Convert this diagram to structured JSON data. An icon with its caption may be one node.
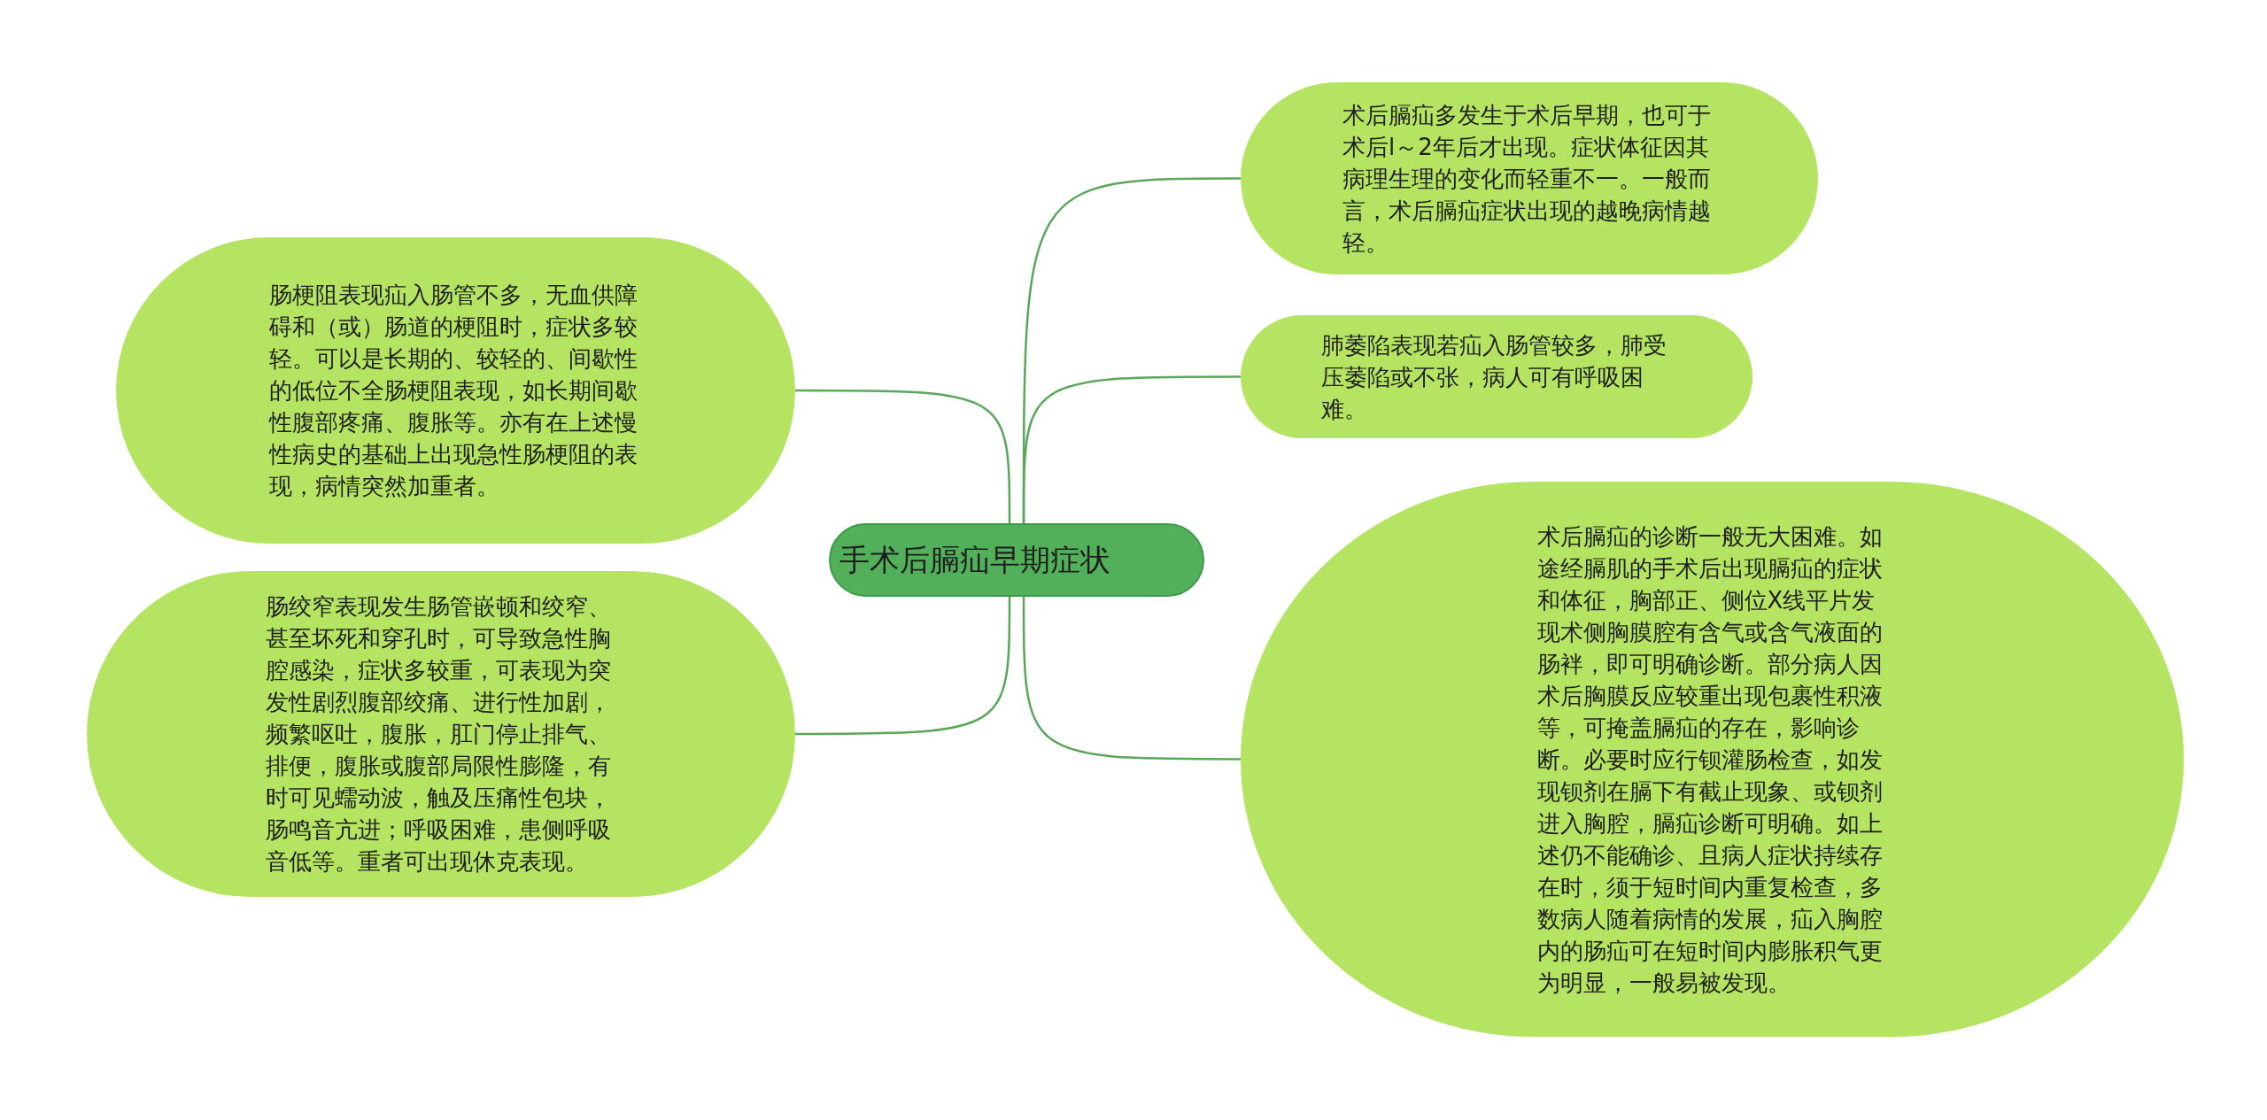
{
  "diagram": {
    "nodes": [
      {
        "text": [
          "手术后膈疝早期症状"
        ]
      },
      {
        "text": [
          "肠梗阻表现疝入肠管不多，无血供障碍和（或）肠道的梗阻时，症状多较轻。可以是长期的、较轻的、间歇性的低位不全肠梗阻表现，如长期间歇性腹部疼痛、腹胀等。亦有在上述慢性病史的基础上出现急性肠梗阻的表现，病情突然加重者。"
        ]
      },
      {
        "text": [
          "肠绞窄表现发生肠管嵌顿和绞窄、甚至坏死和穿孔时，可导致急性胸腔感染，症状多较重，可表现为突发性剧烈腹部绞痛、进行性加剧，频繁呕吐，腹胀，肛门停止排气、排便，腹胀或腹部局限性膨隆，有时可见蠕动波，触及压痛性包块，肠鸣音亢进；呼吸困难，患侧呼吸音低等。重者可出现休克表现。"
        ]
      },
      {
        "text": [
          "术后膈疝多发生于术后早期，也可于术后l～2年后才出现。症状体征因其病理生理的变化而轻重不一。一般而言，术后膈疝症状出现的越晚病情越轻。"
        ]
      },
      {
        "text": [
          "肺萎陷表现若疝入肠管较多，肺受压萎陷或不张，病人可有呼吸困难。"
        ]
      },
      {
        "text": [
          "术后膈疝的诊断一般无大困难。如途经膈肌的手术后出现膈疝的症状和体征，胸部正、侧位X线平片发现术侧胸膜腔有含气或含气液面的肠袢，即可明确诊断。部分病人因术后胸膜反应较重出现包裹性积液等，可掩盖膈疝的存在，影响诊断。必要时应行钡灌肠检查，如发现钡剂在膈下有截止现象、或钡剂进入胸腔，膈疝诊断可明确。如上述仍不能确诊、且病人症状持续存在时，须于短时间内重复检查，多数病人随着病情的发展，疝入胸腔内的肠疝可在短时间内膨胀积气更为明显，一般易被发现。"
        ]
      }
    ],
    "edges": [
      {
        "from": 0,
        "to": 1,
        "arrow": "none"
      },
      {
        "from": 0,
        "to": 2,
        "arrow": "none"
      },
      {
        "from": 0,
        "to": 3,
        "arrow": "none"
      },
      {
        "from": 0,
        "to": 4,
        "arrow": "none"
      },
      {
        "from": 0,
        "to": 5,
        "arrow": "none"
      }
    ]
  }
}
